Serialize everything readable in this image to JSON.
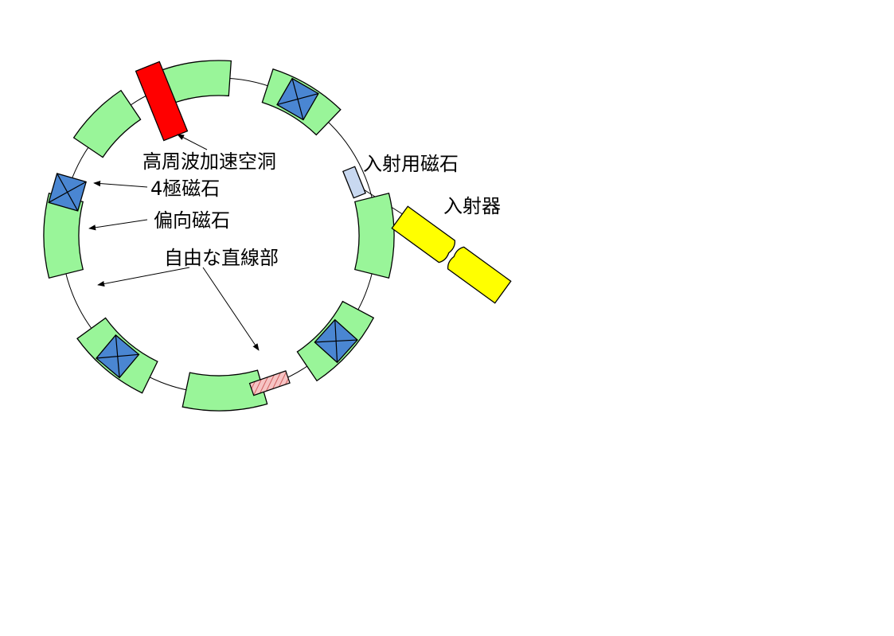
{
  "labels": {
    "rf_cavity": "高周波加速空洞",
    "quadrupole_magnet": "4極磁石",
    "bending_magnet": "偏向磁石",
    "free_straight_section": "自由な直線部",
    "injection_magnet": "入射用磁石",
    "injector": "入射器"
  },
  "colors": {
    "bending_magnet": "#99f599",
    "quadrupole_magnet": "#4a86d2",
    "rf_cavity": "#ff0000",
    "injection_magnet": "#c8d8f0",
    "injector": "#ffff00",
    "straight_section_hatch": "#f0a0a0"
  }
}
